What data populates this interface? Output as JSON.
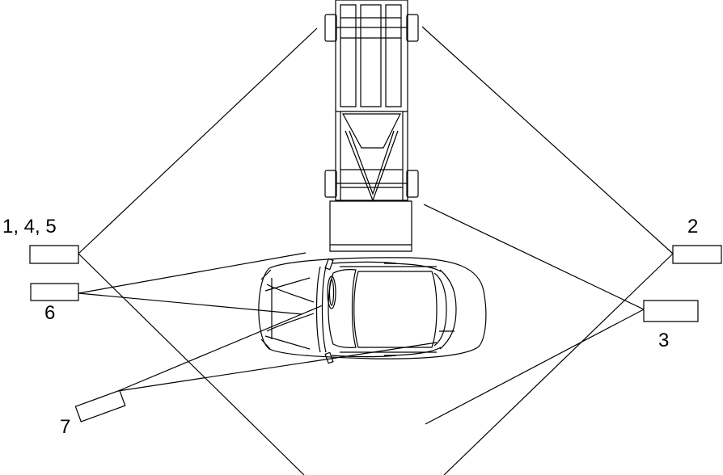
{
  "diagram": {
    "camera_labels": {
      "cam_1_4_5": "1, 4, 5",
      "cam_2": "2",
      "cam_3": "3",
      "cam_6": "6",
      "cam_7": "7"
    },
    "colors": {
      "stroke": "#000000",
      "background": "#ffffff"
    }
  }
}
